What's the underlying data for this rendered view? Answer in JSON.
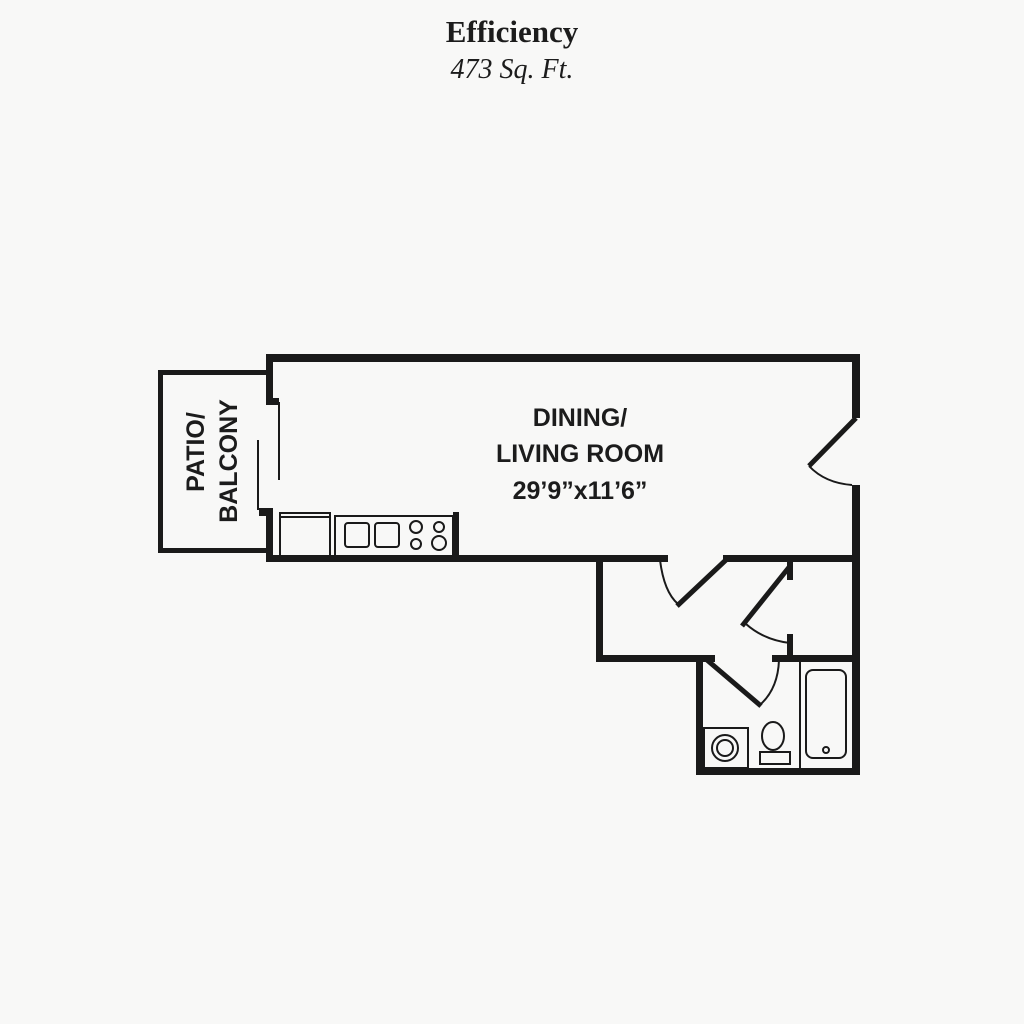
{
  "header": {
    "title": "Efficiency",
    "area": "473 Sq. Ft."
  },
  "rooms": {
    "living": {
      "line1": "DINING/",
      "line2": "LIVING ROOM",
      "dimensions": "29’9”x11’6”"
    },
    "patio": {
      "line1": "PATIO/",
      "line2": "BALCONY"
    }
  },
  "colors": {
    "walls": "#1a1a1a",
    "background": "#f8f8f7"
  }
}
